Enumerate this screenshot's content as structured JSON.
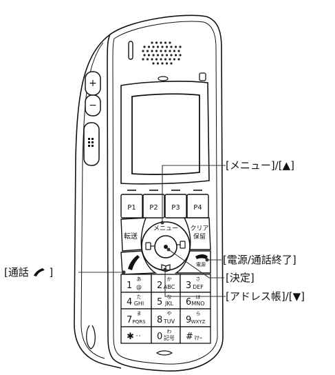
{
  "keypad": {
    "p_keys": [
      "P1",
      "P2",
      "P3",
      "P4"
    ],
    "menu_key": "メニュー",
    "transfer_key": "転送",
    "clear_key": [
      "クリア",
      "保留"
    ],
    "number_keys": [
      {
        "num": "1",
        "kana": "あ",
        "sub": "@"
      },
      {
        "num": "2",
        "kana": "か",
        "sub": "ABC"
      },
      {
        "num": "3",
        "kana": "さ",
        "sub": "DEF"
      },
      {
        "num": "4",
        "kana": "た",
        "sub": "GHI"
      },
      {
        "num": "5",
        "kana": "な",
        "sub": "JKL"
      },
      {
        "num": "6",
        "kana": "は",
        "sub": "MNO"
      },
      {
        "num": "7",
        "kana": "ま",
        "sub": "PQRS"
      },
      {
        "num": "8",
        "kana": "や",
        "sub": "TUV"
      },
      {
        "num": "9",
        "kana": "ら",
        "sub": "WXYZ"
      },
      {
        "num": "0",
        "kana": "わ",
        "sub": "記号"
      }
    ],
    "star_key": {
      "num": "✱",
      "sub": "ﾞﾟ"
    },
    "hash_key": {
      "num": "#",
      "sub": "ﾏﾅｰ"
    },
    "end_key_label": "電源"
  },
  "callouts": {
    "menu_up": "[メニュー]/[▲]",
    "power_end": "[電源/通話終了]",
    "call": "[通話",
    "call_close": "]",
    "enter": "[決定]",
    "address_down": "[アドレス帳]/[▼]"
  }
}
